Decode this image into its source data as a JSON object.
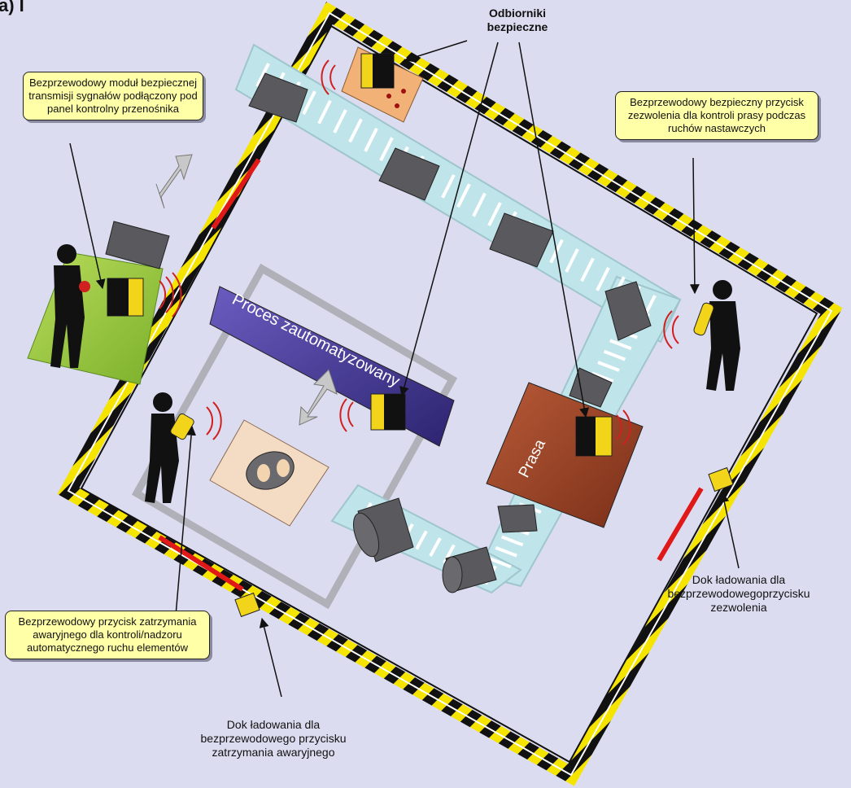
{
  "figure_label": "a) I",
  "labels": {
    "safe_receivers": "Odbiorniki\nbezpieczne",
    "wireless_module": "Bezprzewodowy moduł bezpiecznej transmisji sygnałów podłączony pod panel kontrolny przenośnika",
    "enable_button": "Bezprzewodowy bezpieczny przycisk zezwolenia dla kontroli prasy podczas ruchów nastawczych",
    "estop_button": "Bezprzewodowy przycisk zatrzymania awaryjnego dla kontroli/nadzoru automatycznego ruchu elementów",
    "dock_enable": "Dok ładowania dla bezprzewodowegoprzycisku zezwolenia",
    "dock_estop": "Dok ładowania dla bezprzewodowego przycisku zatrzymania awaryjnego",
    "process": "Proces zautomatyzowany",
    "press": "Prasa"
  },
  "colors": {
    "background": "#dcdcf0",
    "callout_fill": "#ffffa8",
    "hazard_yellow": "#f5e400",
    "hazard_black": "#111111",
    "conveyor": "#bfe4ea",
    "process_bar": "#4a3c98",
    "press": "#a0472a",
    "panel_green": "#9ccc3c",
    "gate_red": "#e01818"
  }
}
